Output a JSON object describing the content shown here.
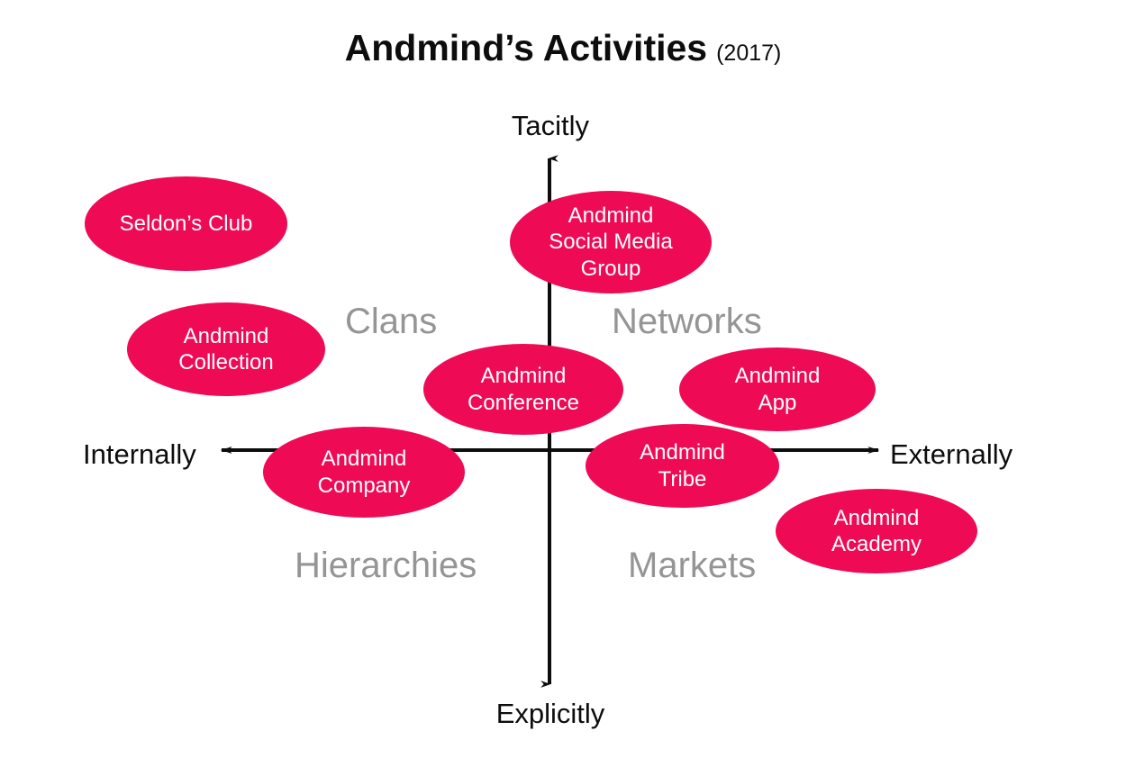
{
  "title": {
    "main": "Andmind’s Activities",
    "year": "(2017)"
  },
  "axes": {
    "top_label": "Tacitly",
    "bottom_label": "Explicitly",
    "left_label": "Internally",
    "right_label": "Externally",
    "color": "#0d0d0d"
  },
  "quadrants": [
    {
      "key": "clans",
      "label": "Clans",
      "position": "top-left"
    },
    {
      "key": "networks",
      "label": "Networks",
      "position": "top-right"
    },
    {
      "key": "hierarchies",
      "label": "Hierarchies",
      "position": "bottom-left"
    },
    {
      "key": "markets",
      "label": "Markets",
      "position": "bottom-right"
    }
  ],
  "quadrant_label_color": "#959595",
  "node_color": "#ee0a55",
  "node_text_color": "#ffffff",
  "nodes": [
    {
      "key": "seldons-club",
      "lines": [
        "Seldon’s Club"
      ],
      "quadrant": "clans"
    },
    {
      "key": "andmind-collection",
      "lines": [
        "Andmind",
        "Collection"
      ],
      "quadrant": "clans"
    },
    {
      "key": "andmind-social-media-group",
      "lines": [
        "Andmind",
        "Social Media",
        "Group"
      ],
      "quadrant": "networks"
    },
    {
      "key": "andmind-conference",
      "lines": [
        "Andmind",
        "Conference"
      ],
      "quadrant": "clans"
    },
    {
      "key": "andmind-app",
      "lines": [
        "Andmind",
        "App"
      ],
      "quadrant": "networks"
    },
    {
      "key": "andmind-company",
      "lines": [
        "Andmind",
        "Company"
      ],
      "quadrant": "hierarchies"
    },
    {
      "key": "andmind-tribe",
      "lines": [
        "Andmind",
        "Tribe"
      ],
      "quadrant": "markets"
    },
    {
      "key": "andmind-academy",
      "lines": [
        "Andmind",
        "Academy"
      ],
      "quadrant": "markets"
    }
  ],
  "chart_data": {
    "type": "scatter",
    "title": "Andmind’s Activities (2017)",
    "xlabel": "Internally ↔ Externally",
    "ylabel": "Explicitly ↔ Tacitly",
    "xlim": [
      -1,
      1
    ],
    "ylim": [
      -1,
      1
    ],
    "grid": false,
    "legend": "none",
    "axis_arrow_labels": {
      "x_negative": "Internally",
      "x_positive": "Externally",
      "y_positive": "Tacitly",
      "y_negative": "Explicitly"
    },
    "quadrant_names": {
      "top_left": "Clans",
      "top_right": "Networks",
      "bottom_left": "Hierarchies",
      "bottom_right": "Markets"
    },
    "points": [
      {
        "label": "Seldon’s Club",
        "x": -0.74,
        "y": 0.66,
        "quadrant": "Clans"
      },
      {
        "label": "Andmind Collection",
        "x": -0.67,
        "y": 0.43,
        "quadrant": "Clans"
      },
      {
        "label": "Andmind Social Media Group",
        "x": 0.02,
        "y": 0.59,
        "quadrant": "Networks"
      },
      {
        "label": "Andmind Conference",
        "x": -0.06,
        "y": 0.21,
        "quadrant": "Clans"
      },
      {
        "label": "Andmind App",
        "x": 0.49,
        "y": 0.18,
        "quadrant": "Networks"
      },
      {
        "label": "Andmind Company",
        "x": -0.52,
        "y": -0.07,
        "quadrant": "Hierarchies"
      },
      {
        "label": "Andmind Tribe",
        "x": 0.22,
        "y": -0.07,
        "quadrant": "Markets"
      },
      {
        "label": "Andmind Academy",
        "x": 0.6,
        "y": -0.28,
        "quadrant": "Markets"
      }
    ]
  }
}
